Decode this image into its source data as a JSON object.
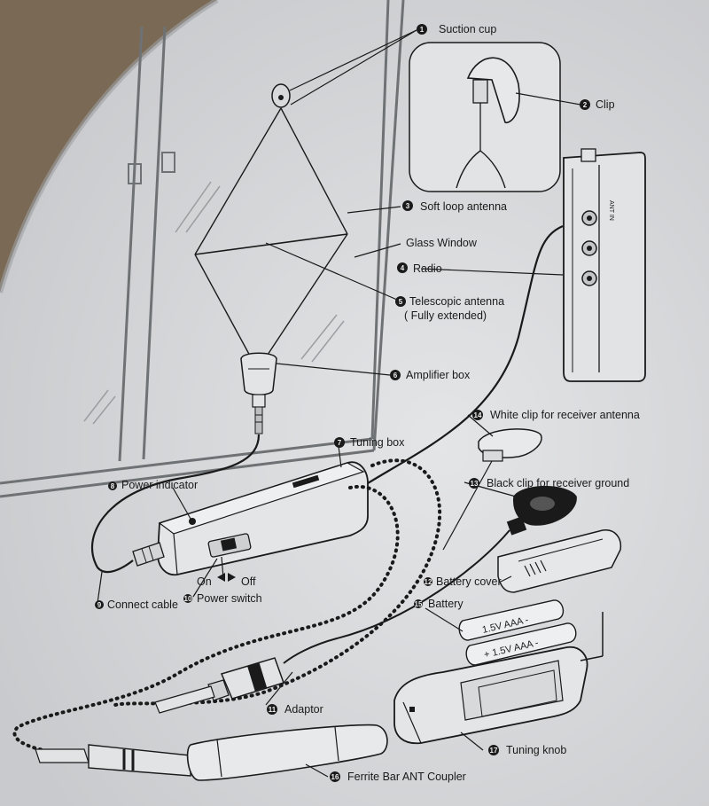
{
  "labels": {
    "suction_cup": {
      "num": "1",
      "text": "Suction cup"
    },
    "clip": {
      "num": "2",
      "text": "Clip"
    },
    "soft_loop_antenna": {
      "num": "3",
      "text": "Soft loop antenna"
    },
    "glass_window": {
      "text": "Glass Window"
    },
    "radio": {
      "num": "4",
      "text": "Radio"
    },
    "telescopic_antenna": {
      "num": "5",
      "text": "Telescopic antenna",
      "sub": "( Fully extended)"
    },
    "amplifier_box": {
      "num": "6",
      "text": "Amplifier box"
    },
    "white_clip": {
      "num": "14",
      "text": "White clip for receiver antenna"
    },
    "tuning_box": {
      "num": "7",
      "text": "Tuning box"
    },
    "power_indicator": {
      "num": "8",
      "text": "Power indicator"
    },
    "black_clip": {
      "num": "13",
      "text": "Black clip for receiver ground"
    },
    "on_off": {
      "on": "On",
      "off": "Off"
    },
    "battery_cover": {
      "num": "12",
      "text": "Battery cover"
    },
    "connect_cable": {
      "num": "9",
      "text": "Connect cable"
    },
    "power_switch": {
      "num": "10",
      "text": "Power switch"
    },
    "battery": {
      "num": "15",
      "text": "Battery"
    },
    "adaptor": {
      "num": "11",
      "text": "Adaptor"
    },
    "tuning_knob": {
      "num": "17",
      "text": "Tuning knob"
    },
    "ferrite_bar": {
      "num": "16",
      "text": "Ferrite Bar ANT Coupler"
    }
  },
  "battery_cells": [
    "1.5V AAA -",
    "+ 1.5V AAA -"
  ],
  "radio_side_text": "ANT IN",
  "colors": {
    "paper": "#dcdde0",
    "ink": "#1a1a1a",
    "frame": "#6f7275",
    "background": "#7a6a55"
  }
}
